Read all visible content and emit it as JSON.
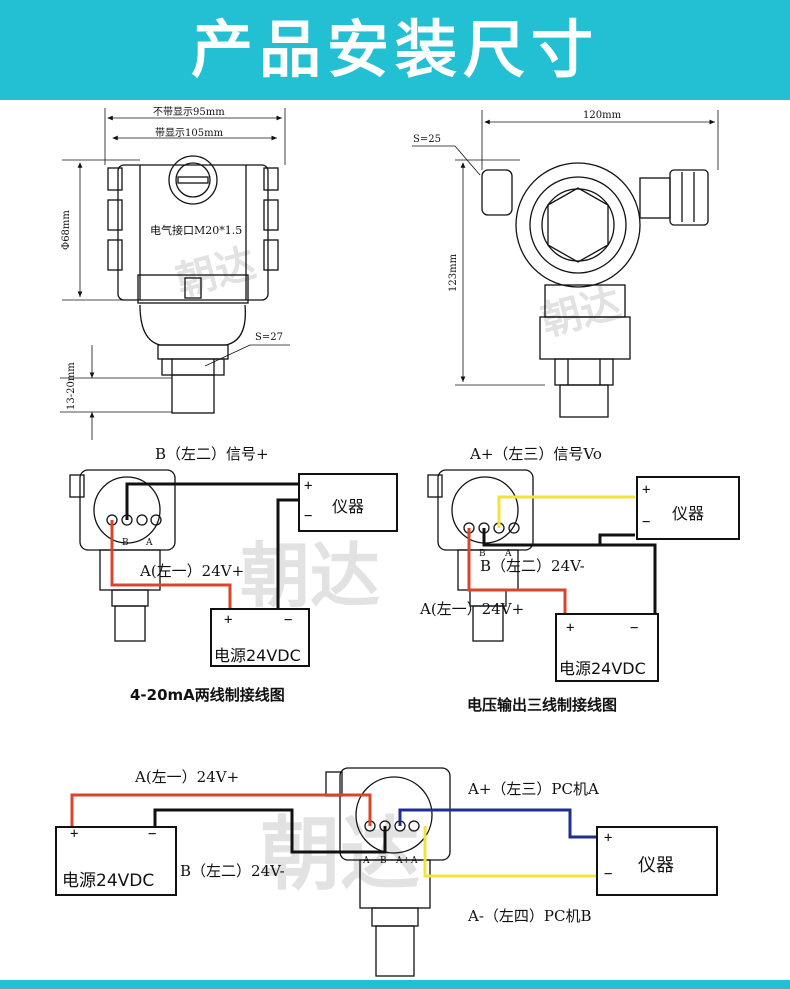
{
  "banner": {
    "title": "产品安装尺寸"
  },
  "dimensions": {
    "front": {
      "width_no_display": "不带显示95mm",
      "width_with_display": "带显示105mm",
      "diameter": "Φ68mm",
      "electrical_port": "电气接口M20*1.5",
      "wrench": "S=27",
      "thread_length": "13-20mm"
    },
    "side": {
      "width": "120mm",
      "wrench": "S=25",
      "height": "123mm"
    }
  },
  "diagram_2wire": {
    "label_b": "B（左二）信号+",
    "label_a": "A(左一）24V+",
    "instrument": "仪器",
    "power": "电源24VDC",
    "caption": "4-20mA两线制接线图"
  },
  "diagram_3wire": {
    "label_a_plus": "A+（左三）信号Vo",
    "label_b": "B（左二）24V-",
    "label_a": "A(左一）24V+",
    "instrument": "仪器",
    "power": "电源24VDC",
    "caption": "电压输出三线制接线图"
  },
  "diagram_485": {
    "label_a": "A(左一）24V+",
    "label_b": "B（左二）24V-",
    "label_a_plus": "A+（左三）PC机A",
    "label_a_minus": "A-（左四）PC机B",
    "instrument": "仪器",
    "power": "电源24VDC"
  },
  "terminal_marks": {
    "a": "A",
    "b": "B",
    "a_plus": "A+",
    "a_minus": "A-",
    "plus": "+",
    "minus": "−"
  },
  "watermark": "朝达",
  "colors": {
    "banner": "#22c0d2",
    "wire_red": "#d9442a",
    "wire_black": "#111111",
    "wire_yellow": "#f4e23c",
    "wire_blue": "#1f2f8f"
  }
}
